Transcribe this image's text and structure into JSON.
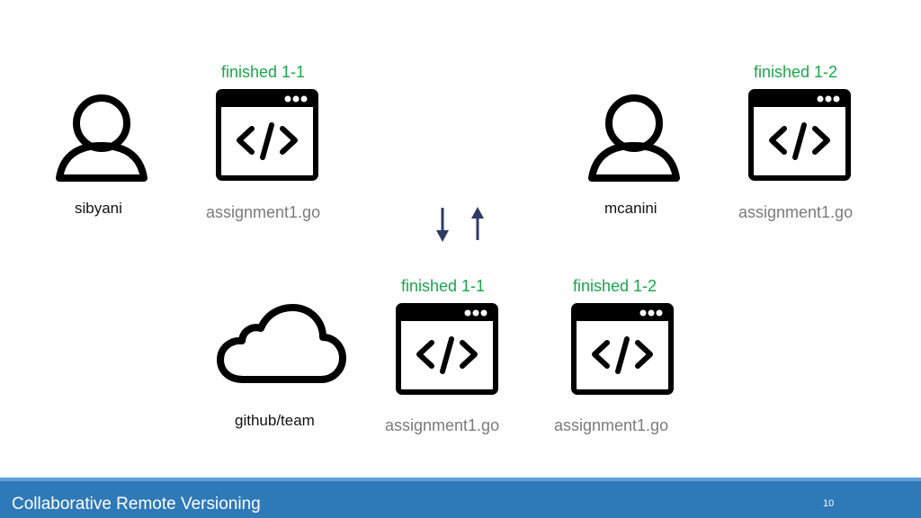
{
  "users": [
    {
      "name": "sibyani",
      "status": "finished 1-1",
      "file": "assignment1.go"
    },
    {
      "name": "mcanini",
      "status": "finished 1-2",
      "file": "assignment1.go"
    }
  ],
  "remote": {
    "name": "github/team",
    "files": [
      {
        "status": "finished 1-1",
        "file": "assignment1.go"
      },
      {
        "status": "finished 1-2",
        "file": "assignment1.go"
      }
    ]
  },
  "footer": {
    "title": "Collaborative Remote Versioning",
    "page": "10"
  },
  "colors": {
    "status": "#1aa64a",
    "file": "#7a7a7a",
    "footer": "#2e79b8",
    "arrow": "#2f3b66"
  },
  "icons": [
    "person-icon",
    "code-window-icon",
    "cloud-icon",
    "arrow-down-icon",
    "arrow-up-icon"
  ]
}
